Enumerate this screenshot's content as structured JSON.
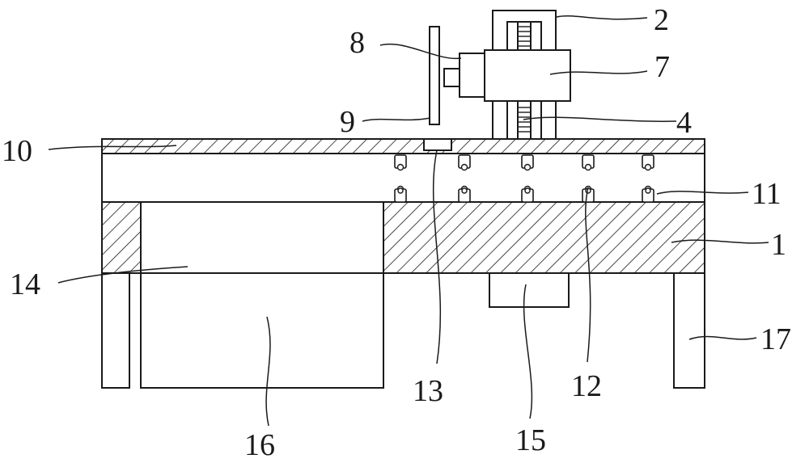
{
  "callouts": {
    "c1": "1",
    "c2": "2",
    "c4": "4",
    "c7": "7",
    "c8": "8",
    "c9": "9",
    "c10": "10",
    "c11": "11",
    "c12": "12",
    "c13": "13",
    "c14": "14",
    "c15": "15",
    "c16": "16",
    "c17": "17"
  }
}
